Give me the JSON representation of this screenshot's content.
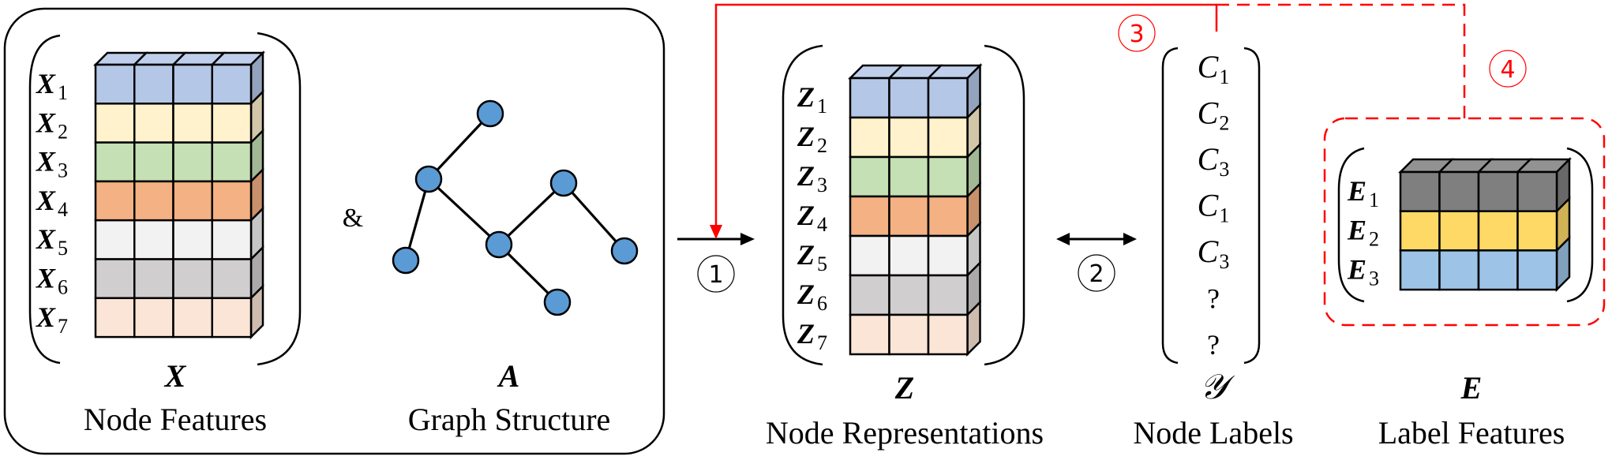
{
  "diagram": {
    "input_panel": {
      "node_features": {
        "symbol": "X",
        "caption": "Node Features",
        "row_labels": [
          "X",
          "X",
          "X",
          "X",
          "X",
          "X",
          "X"
        ],
        "row_subscripts": [
          "1",
          "2",
          "3",
          "4",
          "5",
          "6",
          "7"
        ],
        "columns": 4
      },
      "connector": "&",
      "graph_structure": {
        "symbol": "A",
        "caption": "Graph Structure",
        "nodes": [
          "n1",
          "n2",
          "n3",
          "n4",
          "n5",
          "n6",
          "n7"
        ],
        "edges": [
          [
            "n1",
            "n2"
          ],
          [
            "n2",
            "n3"
          ],
          [
            "n2",
            "n4"
          ],
          [
            "n4",
            "n5"
          ],
          [
            "n5",
            "n6"
          ],
          [
            "n4",
            "n7"
          ]
        ],
        "node_color": "#5b9bd5"
      }
    },
    "node_representations": {
      "symbol": "Z",
      "caption": "Node Representations",
      "row_labels": [
        "Z",
        "Z",
        "Z",
        "Z",
        "Z",
        "Z",
        "Z"
      ],
      "row_subscripts": [
        "1",
        "2",
        "3",
        "4",
        "5",
        "6",
        "7"
      ],
      "columns": 3
    },
    "node_labels": {
      "symbol": "𝒴",
      "caption": "Node Labels",
      "entries": [
        {
          "main": "C",
          "sub": "1"
        },
        {
          "main": "C",
          "sub": "2"
        },
        {
          "main": "C",
          "sub": "3"
        },
        {
          "main": "C",
          "sub": "1"
        },
        {
          "main": "C",
          "sub": "3"
        },
        {
          "main": "?",
          "sub": ""
        },
        {
          "main": "?",
          "sub": ""
        }
      ]
    },
    "label_features": {
      "symbol": "E",
      "caption": "Label Features",
      "row_labels": [
        "E",
        "E",
        "E"
      ],
      "row_subscripts": [
        "1",
        "2",
        "3"
      ],
      "columns": 4
    },
    "steps": [
      {
        "id": "1",
        "glyph": "①",
        "color": "#000000",
        "meaning": "encode X & A into Z"
      },
      {
        "id": "2",
        "glyph": "②",
        "color": "#000000",
        "meaning": "Z ↔ node labels"
      },
      {
        "id": "3",
        "glyph": "③",
        "color": "#ff0000",
        "meaning": "labels feed back to encoder"
      },
      {
        "id": "4",
        "glyph": "④",
        "color": "#ff0000",
        "meaning": "label features feed back to encoder"
      }
    ],
    "row_colors": {
      "node_rows": [
        "#b4c7e7",
        "#fff2cc",
        "#c5e0b4",
        "#f4b183",
        "#f2f2f2",
        "#d0cece",
        "#fbe5d6"
      ],
      "label_rows": [
        "#7f7f7f",
        "#ffd966",
        "#9dc3e6"
      ]
    },
    "accent_color": "#ff0000"
  }
}
